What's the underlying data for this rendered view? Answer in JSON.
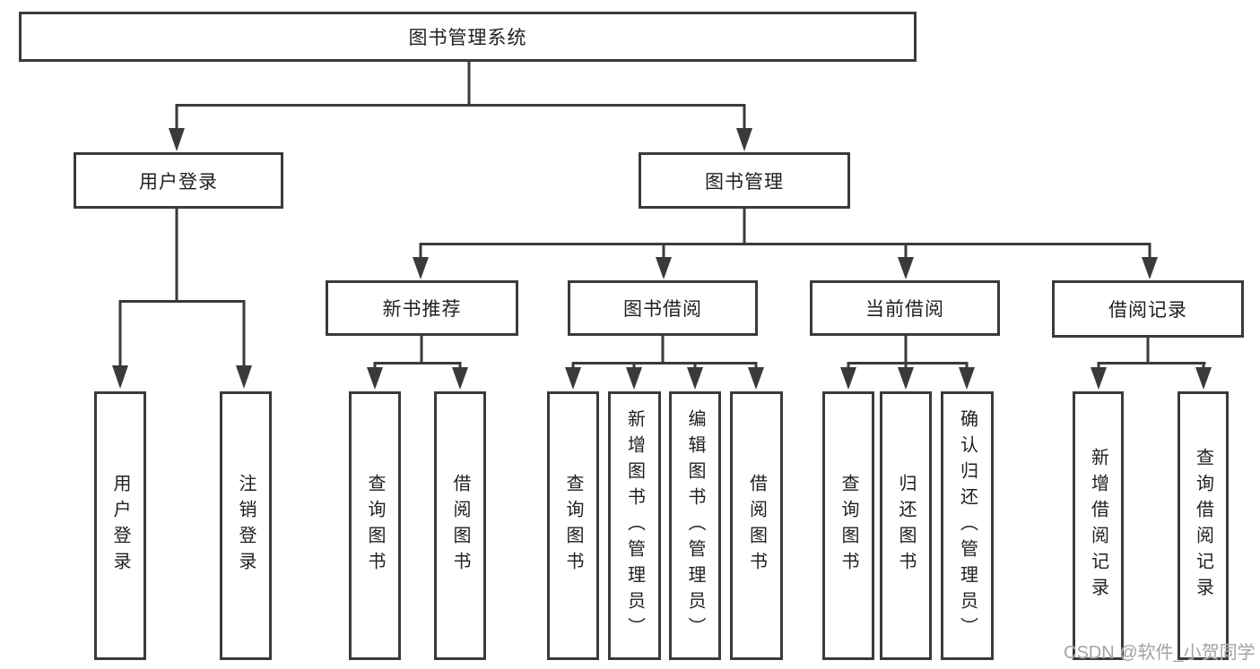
{
  "diagram": {
    "title": "图书管理系统",
    "root": {
      "label": "图书管理系统"
    },
    "level2": {
      "user_login": {
        "label": "用户登录"
      },
      "book_management": {
        "label": "图书管理"
      }
    },
    "level3": {
      "new_book_recommend": {
        "label": "新书推荐"
      },
      "book_borrowing": {
        "label": "图书借阅"
      },
      "current_borrowing": {
        "label": "当前借阅"
      },
      "borrowing_records": {
        "label": "借阅记录"
      }
    },
    "leaves": {
      "user_login": [
        "用户登录",
        "注销登录"
      ],
      "new_book_recommend": [
        "查询图书",
        "借阅图书"
      ],
      "book_borrowing": [
        "查询图书",
        "新增图书（管理员）",
        "编辑图书（管理员）",
        "借阅图书"
      ],
      "current_borrowing": [
        "查询图书",
        "归还图书",
        "确认归还（管理员）"
      ],
      "borrowing_records": [
        "新增借阅记录",
        "查询借阅记录"
      ]
    }
  },
  "watermark": "CSDN @软件_小贺同学",
  "colors": {
    "line": "#3a3a3a",
    "box_border": "#3a3a3a",
    "text": "#1f1f1f",
    "watermark": "#a3a3a3",
    "background": "#ffffff"
  }
}
